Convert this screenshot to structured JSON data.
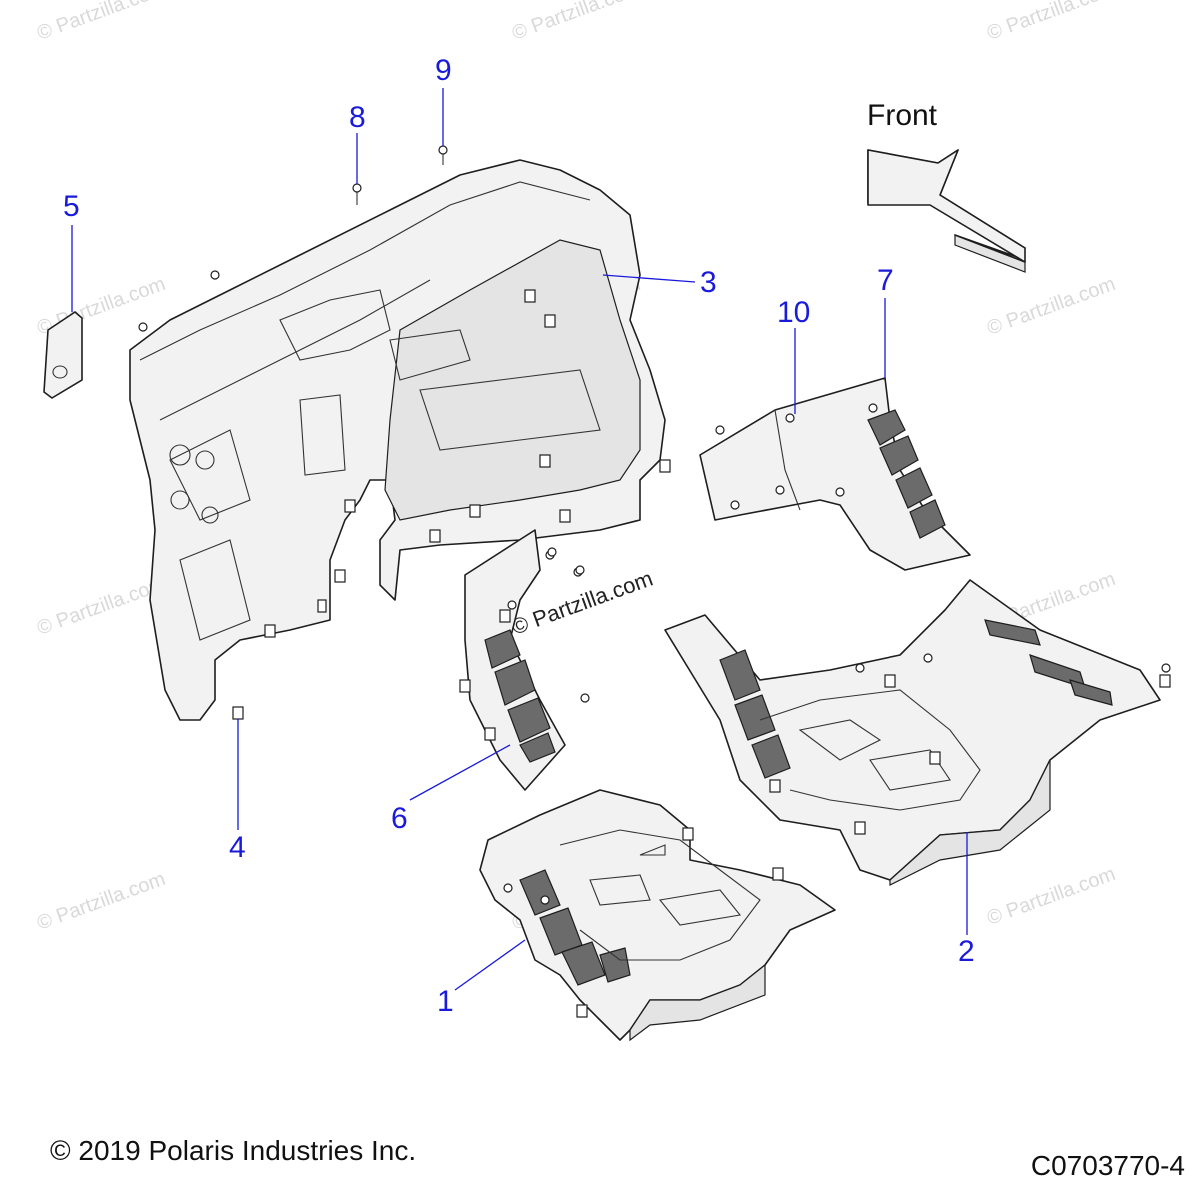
{
  "front_label": "Front",
  "copyright": "© 2019 Polaris Industries Inc.",
  "diagram_code": "C0703770-4",
  "watermark_text": "© Partzilla.com",
  "callouts": {
    "c1": "1",
    "c2": "2",
    "c3": "3",
    "c4": "4",
    "c5": "5",
    "c6": "6",
    "c7": "7",
    "c8": "8",
    "c9": "9",
    "c10": "10"
  },
  "colors": {
    "callout": "#1a1adb",
    "part_fill": "#f2f2f2",
    "pad_fill": "#6b6b6b",
    "watermark": "#d9d9d9"
  }
}
